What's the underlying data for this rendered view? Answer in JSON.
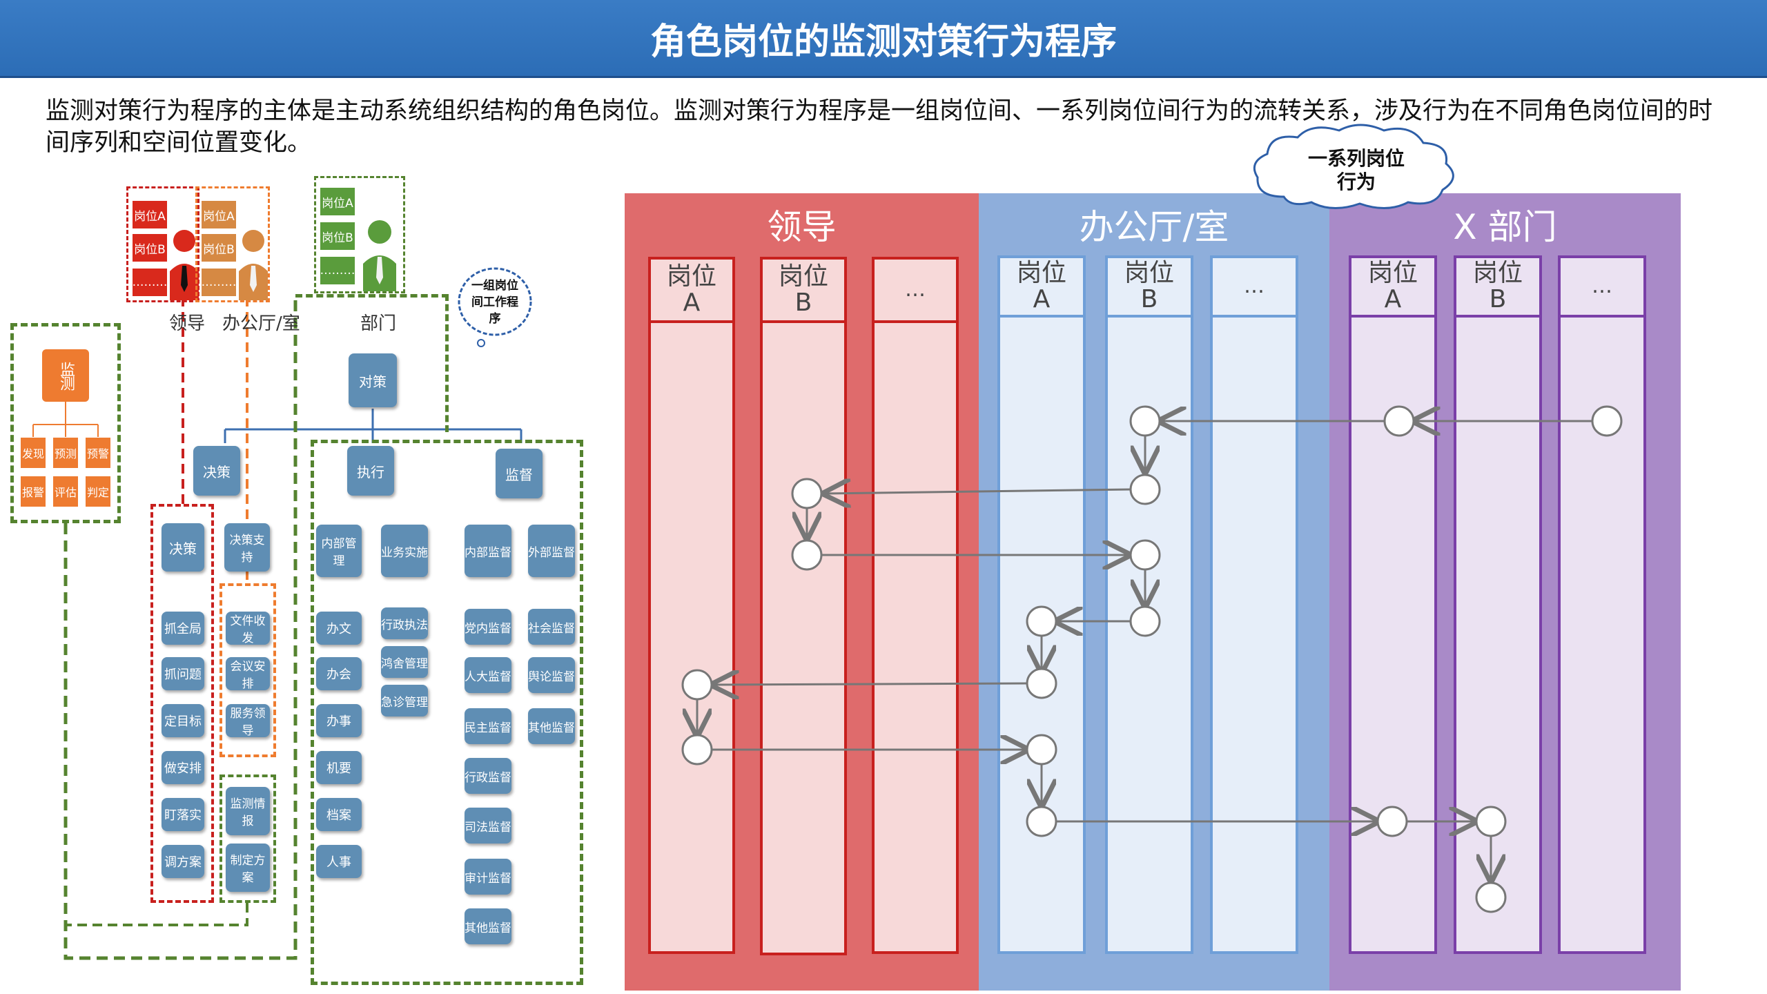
{
  "header": {
    "title": "角色岗位的监测对策行为程序"
  },
  "intro": "监测对策行为程序的主体是主动系统组织结构的角色岗位。监测对策行为程序是一组岗位间、一系列岗位间行为的流转关系，涉及行为在不同角色岗位间的时间序列和空间位置变化。",
  "org": {
    "person_labels": {
      "leader": "领导",
      "office": "办公厅/室",
      "dept": "部门"
    },
    "red_person_tags": [
      "岗位A",
      "岗位B",
      "………"
    ],
    "tan_person_tags": [
      "岗位A",
      "岗位B",
      "………"
    ],
    "green_person_tags": [
      "岗位A",
      "岗位B",
      "………"
    ],
    "bubble": "一组岗位间工作程序",
    "monitor": {
      "title": "监测",
      "items": [
        "发现",
        "预测",
        "预警",
        "报警",
        "评估",
        "判定"
      ]
    },
    "duice": "对策",
    "juece": "决策",
    "zhixing": "执行",
    "jiandu": "监督",
    "decision_col": {
      "title": "决策",
      "items": [
        "抓全局",
        "抓问题",
        "定目标",
        "做安排",
        "盯落实",
        "调方案"
      ]
    },
    "support_col": {
      "title": "决策支持",
      "group1": [
        "文件收发",
        "会议安排",
        "服务领导"
      ],
      "group2": [
        "监测情报",
        "制定方案"
      ]
    },
    "internal_mgmt": {
      "title": "内部管理",
      "items": [
        "办文",
        "办会",
        "办事",
        "机要",
        "档案",
        "人事"
      ]
    },
    "business": {
      "title": "业务实施",
      "items": [
        "行政执法",
        "鸿舍管理",
        "急诊管理"
      ]
    },
    "internal_sup": {
      "title": "内部监督",
      "items": [
        "党内监督",
        "人大监督",
        "民主监督",
        "行政监督",
        "司法监督",
        "审计监督",
        "其他监督"
      ]
    },
    "external_sup": {
      "title": "外部监督",
      "items": [
        "社会监督",
        "舆论监督",
        "其他监督"
      ]
    }
  },
  "swimlane": {
    "cloud": [
      "一系列岗位",
      "行为"
    ],
    "departments": [
      {
        "name": "领导",
        "color": "#df6b6c",
        "posts": [
          "岗位\nA",
          "岗位\nB",
          "…"
        ]
      },
      {
        "name": "办公厅/室",
        "color": "#8eaedb",
        "posts": [
          "岗位\nA",
          "岗位\nB",
          "…"
        ]
      },
      {
        "name": "X 部门",
        "color": "#a98ac8",
        "posts": [
          "岗位\nA",
          "岗位\nB",
          "…"
        ]
      }
    ]
  },
  "colors": {
    "header": "#2e6fb7",
    "leader": "#df6b6c",
    "office": "#8eaedb",
    "xdept": "#a98ac8",
    "node_blue": "#5f8eb4"
  }
}
